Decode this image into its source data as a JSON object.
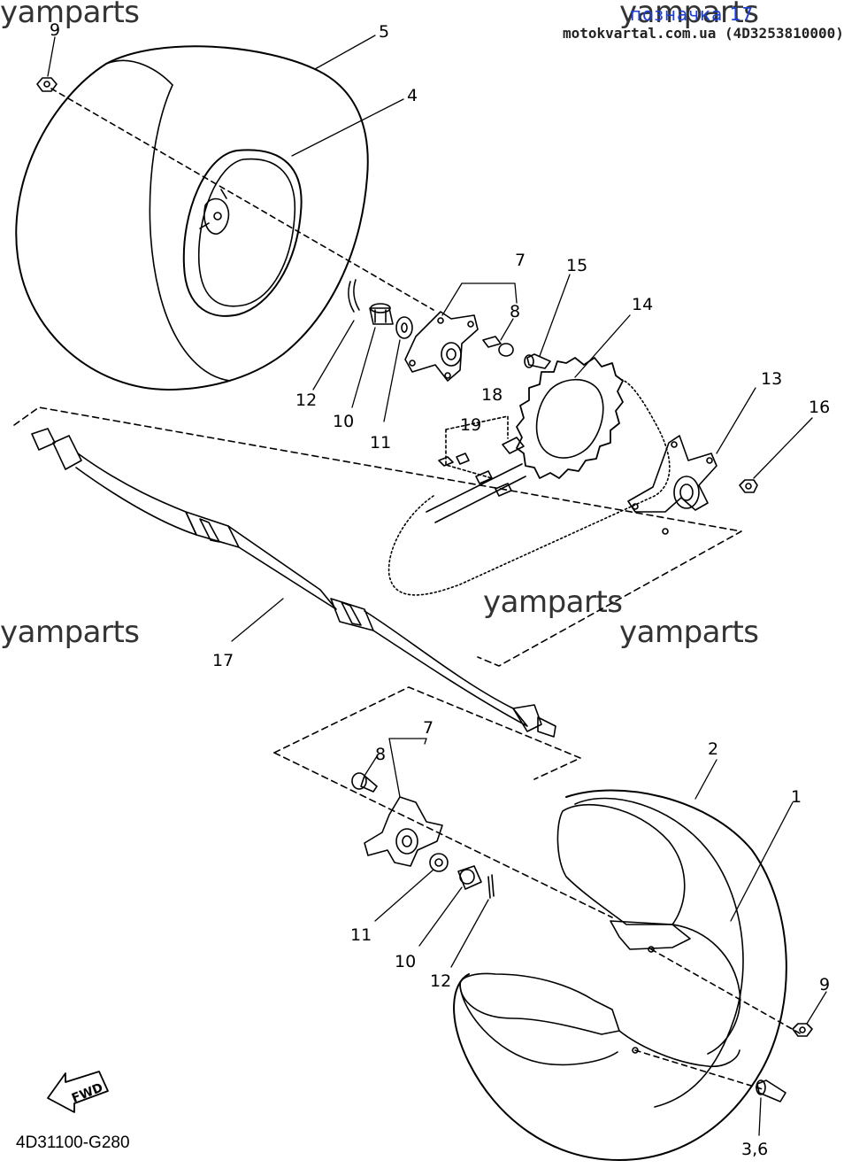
{
  "header": {
    "link_text": "позначка 17",
    "site_text": "motokvartal.com.ua (4D3253810000)"
  },
  "watermarks": [
    "yamparts",
    "yamparts",
    "yamparts",
    "yamparts",
    "yamparts"
  ],
  "callouts": [
    "9",
    "5",
    "4",
    "7",
    "8",
    "15",
    "14",
    "12",
    "10",
    "11",
    "18",
    "19",
    "13",
    "16",
    "17",
    "7",
    "8",
    "2",
    "1",
    "11",
    "10",
    "12",
    "9",
    "3,6"
  ],
  "fwd_label": "FWD",
  "figure_code": "4D31100-G280",
  "colors": {
    "line": "#000000",
    "link": "#1a3fd6",
    "watermark": "#333333"
  }
}
